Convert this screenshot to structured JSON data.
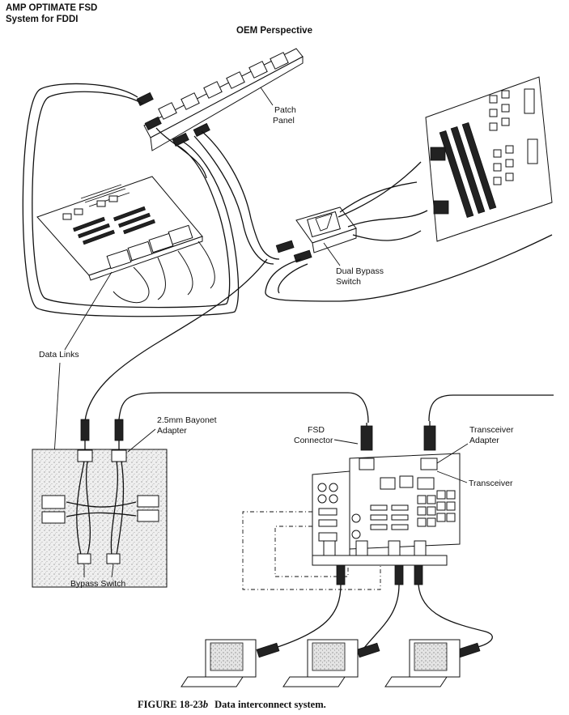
{
  "title_line1": "AMP OPTIMATE FSD",
  "title_line2": "System for FDDI",
  "subtitle": "OEM Perspective",
  "labels": {
    "patch_panel_1": "Patch",
    "patch_panel_2": "Panel",
    "dual_bypass_1": "Dual Bypass",
    "dual_bypass_2": "Switch",
    "data_links": "Data Links",
    "bayonet_1": "2.5mm Bayonet",
    "bayonet_2": "Adapter",
    "fsd_1": "FSD",
    "fsd_2": "Connector",
    "transceiver_adapter_1": "Transceiver",
    "transceiver_adapter_2": "Adapter",
    "transceiver": "Transceiver",
    "bypass_switch": "Bypass Switch"
  },
  "caption": {
    "figure": "FIGURE 18-23",
    "figure_suffix": "b",
    "text": "Data interconnect system."
  }
}
